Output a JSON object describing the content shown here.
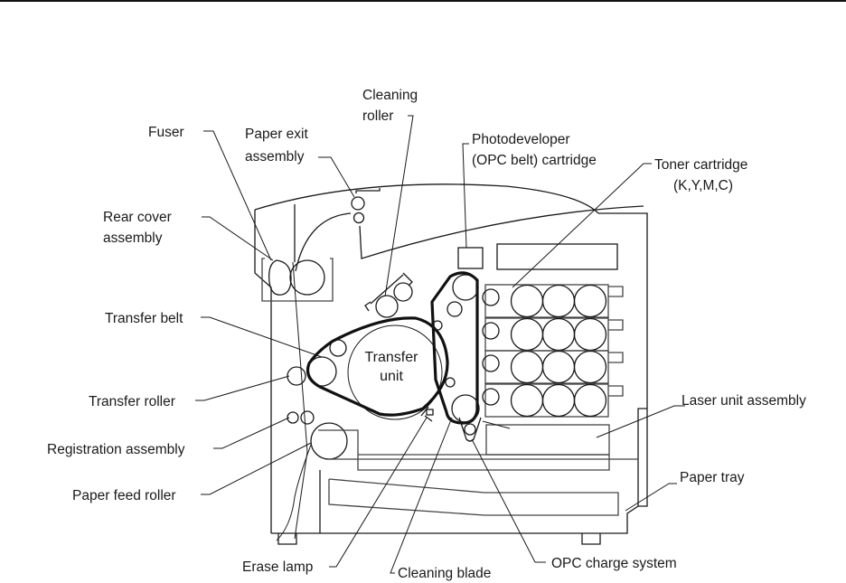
{
  "diagram": {
    "title": "Printer internal components",
    "labels": {
      "fuser": "Fuser",
      "paper_exit": [
        "Paper exit",
        "assembly"
      ],
      "cleaning_roller": [
        "Cleaning",
        "roller"
      ],
      "photodeveloper": [
        "Photodeveloper",
        "(OPC belt) cartridge"
      ],
      "toner_cartridge": [
        "Toner cartridge",
        "(K,Y,M,C)"
      ],
      "rear_cover": [
        "Rear cover",
        "assembly"
      ],
      "transfer_belt": "Transfer belt",
      "transfer_roller": "Transfer roller",
      "registration": "Registration assembly",
      "paper_feed_roller": "Paper feed roller",
      "laser_unit": "Laser unit assembly",
      "paper_tray": "Paper tray",
      "erase_lamp": "Erase lamp",
      "cleaning_blade": "Cleaning blade",
      "opc_charge": "OPC charge system",
      "transfer_unit": [
        "Transfer",
        "unit"
      ]
    }
  }
}
